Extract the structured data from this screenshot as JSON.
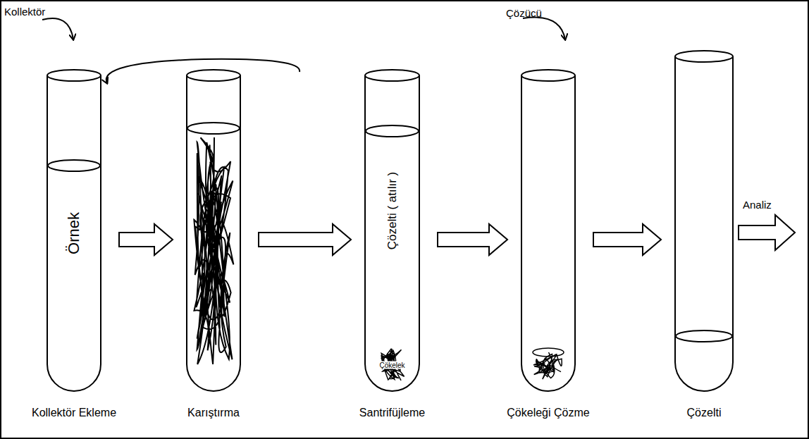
{
  "diagram": {
    "nodes": [
      {
        "text": [
          "Örnek",
          "Kollektör Ekleme"
        ]
      },
      {
        "text": [
          "Karıştırma"
        ]
      },
      {
        "text": [
          "Çözelti ( atılır )",
          "Çökelek",
          "Santrifüjleme"
        ]
      },
      {
        "text": [
          "Çökeleği Çözme"
        ]
      },
      {
        "text": [
          "Çözelti"
        ]
      }
    ],
    "edges": [
      {
        "from": 0,
        "to": 1,
        "arrow": "to"
      },
      {
        "from": 1,
        "to": 2,
        "arrow": "to"
      },
      {
        "from": 2,
        "to": 3,
        "arrow": "to"
      },
      {
        "from": 3,
        "to": 4,
        "arrow": "to"
      }
    ],
    "labels": [
      "Kollektör",
      "Çözücü",
      "Analiz"
    ]
  }
}
